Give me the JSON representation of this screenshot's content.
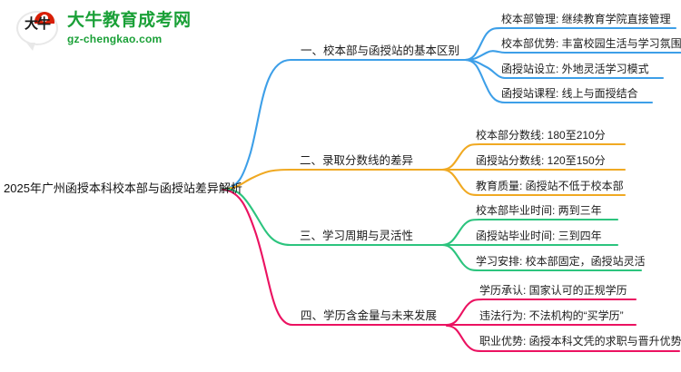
{
  "logo": {
    "mark_char": "大牛",
    "title": "大牛教育成考网",
    "url": "gz-chengkao.com",
    "brand_green": "#1aa037",
    "brand_red": "#d81e06"
  },
  "mindmap": {
    "root": "2025年广州函授本科校本部与函授站差异解析",
    "branches": [
      {
        "label": "一、校本部与函授站的基本区别",
        "color": "#3d9fe8",
        "children": [
          "校本部管理: 继续教育学院直接管理",
          "校本部优势: 丰富校园生活与学习氛围",
          "函授站设立: 外地灵活学习模式",
          "函授站课程: 线上与面授结合"
        ]
      },
      {
        "label": "二、录取分数线的差异",
        "color": "#f0a922",
        "children": [
          "校本部分数线: 180至210分",
          "函授站分数线: 120至150分",
          "教育质量: 函授站不低于校本部"
        ]
      },
      {
        "label": "三、学习周期与灵活性",
        "color": "#2cc47e",
        "children": [
          "校本部毕业时间: 两到三年",
          "函授站毕业时间: 三到四年",
          "学习安排: 校本部固定，函授站灵活"
        ]
      },
      {
        "label": "四、学历含金量与未来发展",
        "color": "#eb1261",
        "children": [
          "学历承认: 国家认可的正规学历",
          "违法行为: 不法机构的“买学历”",
          "职业优势: 函授本科文凭的求职与晋升优势"
        ]
      }
    ]
  }
}
